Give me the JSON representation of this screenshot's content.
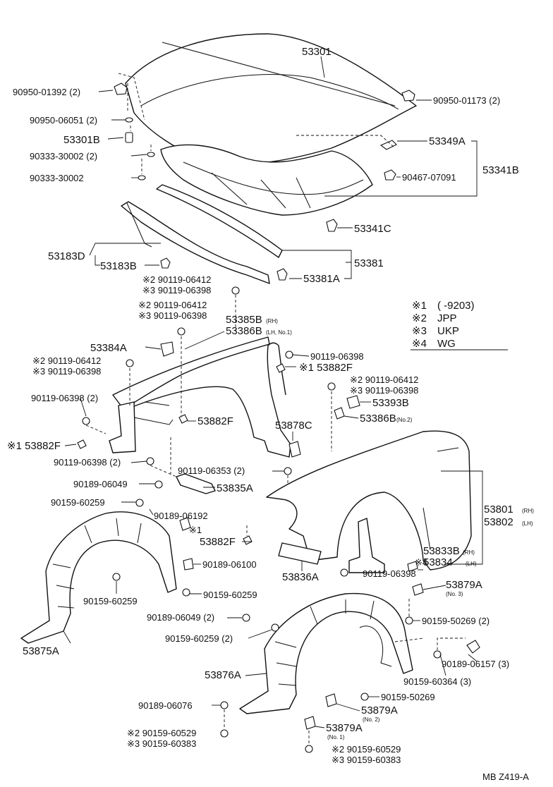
{
  "diagram": {
    "code": "MB Z419-A",
    "legend": [
      {
        "mark": "※1",
        "text": "(      -9203)"
      },
      {
        "mark": "※2",
        "text": "JPP"
      },
      {
        "mark": "※3",
        "text": "UKP"
      },
      {
        "mark": "※4",
        "text": "WG"
      }
    ],
    "labels": {
      "p53301": "53301",
      "n90950_01392": "90950-01392 (2)",
      "n90950_01173": "90950-01173 (2)",
      "n90950_06051": "90950-06051 (2)",
      "p53301b": "53301B",
      "n90333_30002_2": "90333-30002 (2)",
      "n90333_30002": "90333-30002",
      "p53349a": "53349A",
      "n90467_07091": "90467-07091",
      "p53341b": "53341B",
      "p53341c": "53341C",
      "p53183d": "53183D",
      "p53183b": "53183B",
      "p53381": "53381",
      "p53381a": "53381A",
      "n1_06412_a": "※2 90119-06412",
      "n1_06398_a": "※3 90119-06398",
      "n1_06412_b": "※2 90119-06412",
      "n1_06398_b": "※3 90119-06398",
      "p53385b": "53385B",
      "p53385b_sub": "(RH)",
      "p53386b": "53386B",
      "p53386b_sub": "(LH, No.1)",
      "p53384a": "53384A",
      "n1_06412_c": "※2 90119-06412",
      "n1_06398_c": "※3 90119-06398",
      "n90119_06398_r": "90119-06398",
      "p53882f_r": "※1 53882F",
      "n90119_06398_2": "90119-06398 (2)",
      "n1_06412_d": "※2 90119-06412",
      "n1_06398_d": "※3 90119-06398",
      "p53393b": "53393B",
      "p53386b2": "53386B",
      "p53386b2_sub": "(No.2)",
      "p53882f_m": "53882F",
      "p53878c": "53878C",
      "p53882f_l": "※1 53882F",
      "n90119_06398_2b": "90119-06398 (2)",
      "n90119_06353": "90119-06353 (2)",
      "n90189_06049": "90189-06049",
      "p53835a": "53835A",
      "n90159_60259_a": "90159-60259",
      "n90189_06192": "90189-06192",
      "star1": "※1",
      "p53882f_b": "53882F",
      "p53801": "53801",
      "p53801_sub": "(RH)",
      "p53802": "53802",
      "p53802_sub": "(LH)",
      "n90189_06100": "90189-06100",
      "p53833b": "53833B",
      "p53833b_sub": "(RH)",
      "p53834": "53834",
      "p53834_sub": "(LH)",
      "star4": "※4",
      "p53836a": "53836A",
      "n90119_06398_b": "90119-06398",
      "n90159_60259_b": "90159-60259",
      "n90159_60259_c": "90159-60259",
      "p53879a_3": "53879A",
      "p53879a_3_sub": "(No. 3)",
      "p53875a": "53875A",
      "n90189_06049_2": "90189-06049 (2)",
      "n90159_50269_2": "90159-50269 (2)",
      "n90159_60259_2": "90159-60259 (2)",
      "n90189_06157": "90189-06157 (3)",
      "n90159_60364": "90159-60364 (3)",
      "p53876a": "53876A",
      "n90159_50269": "90159-50269",
      "n90189_06076": "90189-06076",
      "p53879a_2": "53879A",
      "p53879a_2_sub": "(No. 2)",
      "n2_60529_a": "※2 90159-60529",
      "n3_60383_a": "※3 90159-60383",
      "p53879a_1": "53879A",
      "p53879a_1_sub": "(No. 1)",
      "n2_60529_b": "※2 90159-60529",
      "n3_60383_b": "※3 90159-60383"
    }
  }
}
